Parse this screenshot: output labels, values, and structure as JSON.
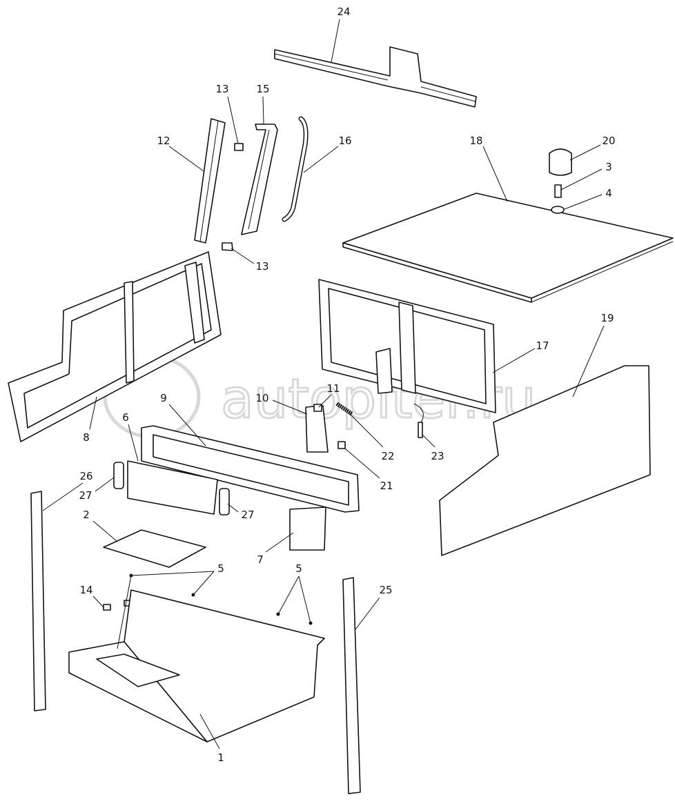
{
  "watermark": "autopiter.ru",
  "callouts": [
    "24",
    "13",
    "15",
    "12",
    "16",
    "18",
    "20",
    "3",
    "4",
    "13",
    "19",
    "17",
    "11",
    "9",
    "10",
    "6",
    "8",
    "22",
    "23",
    "26",
    "21",
    "27",
    "2",
    "27",
    "7",
    "5",
    "5",
    "14",
    "25",
    "1"
  ],
  "colors": {
    "line": "#111111",
    "background": "#ffffff",
    "watermark": "#d8d8d8"
  }
}
